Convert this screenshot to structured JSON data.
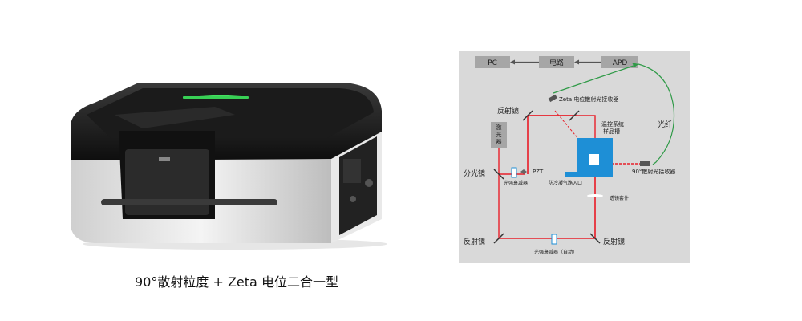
{
  "caption": "90°散射粒度 + Zeta 电位二合一型",
  "diagram": {
    "boxes": {
      "pc": "PC",
      "circuit": "电路",
      "apd": "APD",
      "laser_1": "激",
      "laser_2": "光",
      "laser_3": "器"
    },
    "labels": {
      "zeta_receiver": "Zeta 电位散射光接收器",
      "mirror_top": "反射镜",
      "temp_system_1": "温控系统",
      "temp_system_2": "样品槽",
      "fiber": "光纤",
      "beam_splitter": "分光镜",
      "pzt": "PZT",
      "attenuator": "光强衰减器",
      "nitrogen_inlet": "防冷凝气路入口",
      "receiver_90": "90°散射光接收器",
      "lens_sleeve": "透镜套件",
      "mirror_bottom_left": "反射镜",
      "mirror_bottom_right": "反射镜",
      "auto_attenuator": "光强衰减器（自动）"
    },
    "colors": {
      "panel": "#d9d9d9",
      "beam": "#e8202a",
      "fiber": "#2f9a47",
      "sample": "#1e8fd6",
      "box": "#a6a6a6"
    }
  }
}
